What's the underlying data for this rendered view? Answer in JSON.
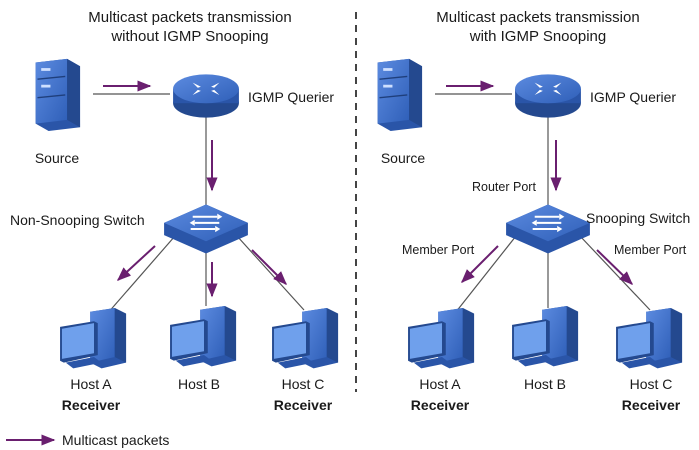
{
  "left": {
    "title_line1": "Multicast packets transmission",
    "title_line2": "without IGMP Snooping",
    "source": "Source",
    "querier": "IGMP Querier",
    "switch": "Non-Snooping Switch",
    "hosts": [
      "Host A",
      "Host B",
      "Host C"
    ],
    "receiver": "Receiver"
  },
  "right": {
    "title_line1": "Multicast packets transmission",
    "title_line2": "with IGMP Snooping",
    "source": "Source",
    "querier": "IGMP Querier",
    "router_port": "Router Port",
    "switch": "Snooping Switch",
    "member_port": "Member Port",
    "hosts": [
      "Host A",
      "Host B",
      "Host C"
    ],
    "receiver": "Receiver"
  },
  "legend": {
    "label": "Multicast packets"
  },
  "colors": {
    "device_blue": "#3d6fc4",
    "device_dark": "#2a55a8",
    "arrow_purple": "#6a1f6f",
    "divider": "#444444"
  },
  "icons": {
    "source": "server-icon",
    "querier": "router-icon",
    "switch": "switch-icon",
    "host": "desktop-computer-icon"
  }
}
